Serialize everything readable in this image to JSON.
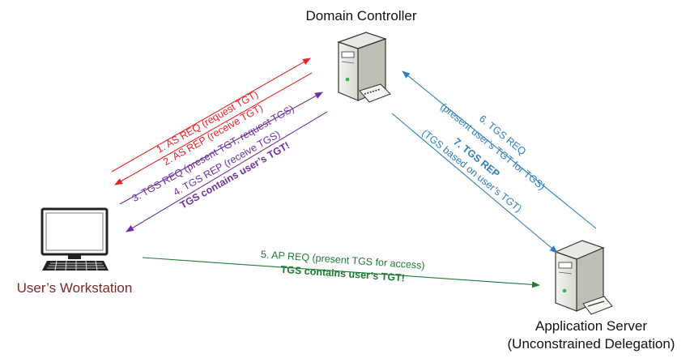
{
  "nodes": {
    "domain_controller": "Domain Controller",
    "workstation": "User’s Workstation",
    "app_server_line1": "Application Server",
    "app_server_line2": "(Unconstrained Delegation)"
  },
  "messages": {
    "as_req": "1. AS REQ (request TGT)",
    "as_rep": "2. AS REP (receive TGT)",
    "tgs_req": "3. TGS REQ (present TGT, request TGS)",
    "tgs_rep": "4. TGS REP (receive TGS)",
    "tgs_rep_note": "TGS contains user’s TGT!",
    "ap_req": "5. AP REQ (present TGS for access)",
    "ap_req_note": "TGS contains user’s TGT!",
    "tgs_req_6": "6. TGS REQ",
    "tgs_req_6_detail": "(present user’s TGT for TGS)",
    "tgs_rep_7": "7. TGS REP",
    "tgs_rep_7_detail": "(TGS based on user’s TGT)"
  },
  "colors": {
    "as_exchange": "#e8242b",
    "tgs_exchange": "#7030a0",
    "ap_exchange": "#1e7b34",
    "delegation_exchange": "#2e7fbf",
    "workstation_label": "#7a2a2a"
  },
  "icons": {
    "domain_controller": "server-tower-icon",
    "workstation": "desktop-computer-icon",
    "app_server": "server-tower-icon"
  }
}
